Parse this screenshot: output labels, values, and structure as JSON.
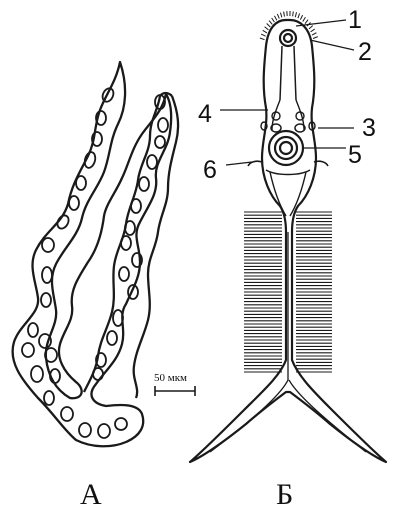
{
  "panels": {
    "left": {
      "label": "А"
    },
    "right": {
      "label": "Б"
    }
  },
  "scale_bar": {
    "text": "50 мкм"
  },
  "labels": [
    "1",
    "2",
    "3",
    "4",
    "5",
    "6"
  ],
  "colors": {
    "ink": "#1a1a1a",
    "paper": "#ffffff"
  }
}
